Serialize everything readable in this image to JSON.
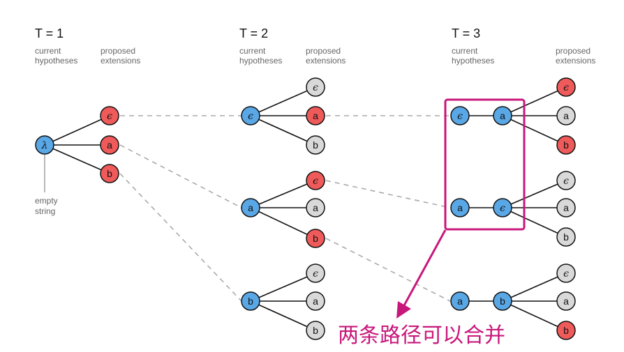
{
  "steps": [
    {
      "title": "T = 1",
      "current_line1": "current",
      "current_line2": "hypotheses",
      "proposed_line1": "proposed",
      "proposed_line2": "extensions"
    },
    {
      "title": "T = 2",
      "current_line1": "current",
      "current_line2": "hypotheses",
      "proposed_line1": "proposed",
      "proposed_line2": "extensions"
    },
    {
      "title": "T = 3",
      "current_line1": "current",
      "current_line2": "hypotheses",
      "proposed_line1": "proposed",
      "proposed_line2": "extensions"
    }
  ],
  "empty_string_line1": "empty",
  "empty_string_line2": "string",
  "merge_note": "两条路径可以合并",
  "symbols": {
    "lambda": "λ",
    "epsilon": "ϵ",
    "a": "a",
    "b": "b"
  },
  "colors": {
    "hypothesis": "#5aa7e6",
    "proposed_kept": "#ef5a5a",
    "proposed_other": "#d9d9d9",
    "edge": "#111111",
    "merge_link": "#aaaaaa",
    "highlight": "#c8177b"
  }
}
